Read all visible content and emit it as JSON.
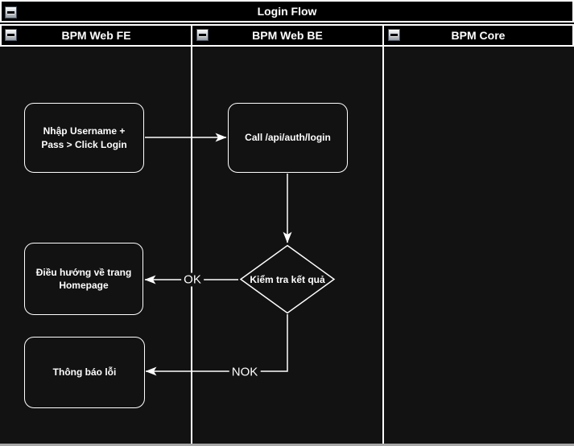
{
  "diagram": {
    "title": "Login Flow",
    "lanes": [
      {
        "label": "BPM Web FE"
      },
      {
        "label": "BPM Web BE"
      },
      {
        "label": "BPM Core"
      }
    ],
    "nodes": {
      "input": "Nhập Username + Pass > Click Login",
      "call": "Call /api/auth/login",
      "decision": "Kiểm tra kết quả",
      "home": "Điều hướng về trang Homepage",
      "error": "Thông báo lỗi"
    },
    "edge_labels": {
      "ok": "OK",
      "nok": "NOK"
    },
    "colors": {
      "canvas_background": "#121212",
      "panel_background": "#000000",
      "line": "#ffffff",
      "bottom_bar": "#a6a6a6"
    }
  }
}
